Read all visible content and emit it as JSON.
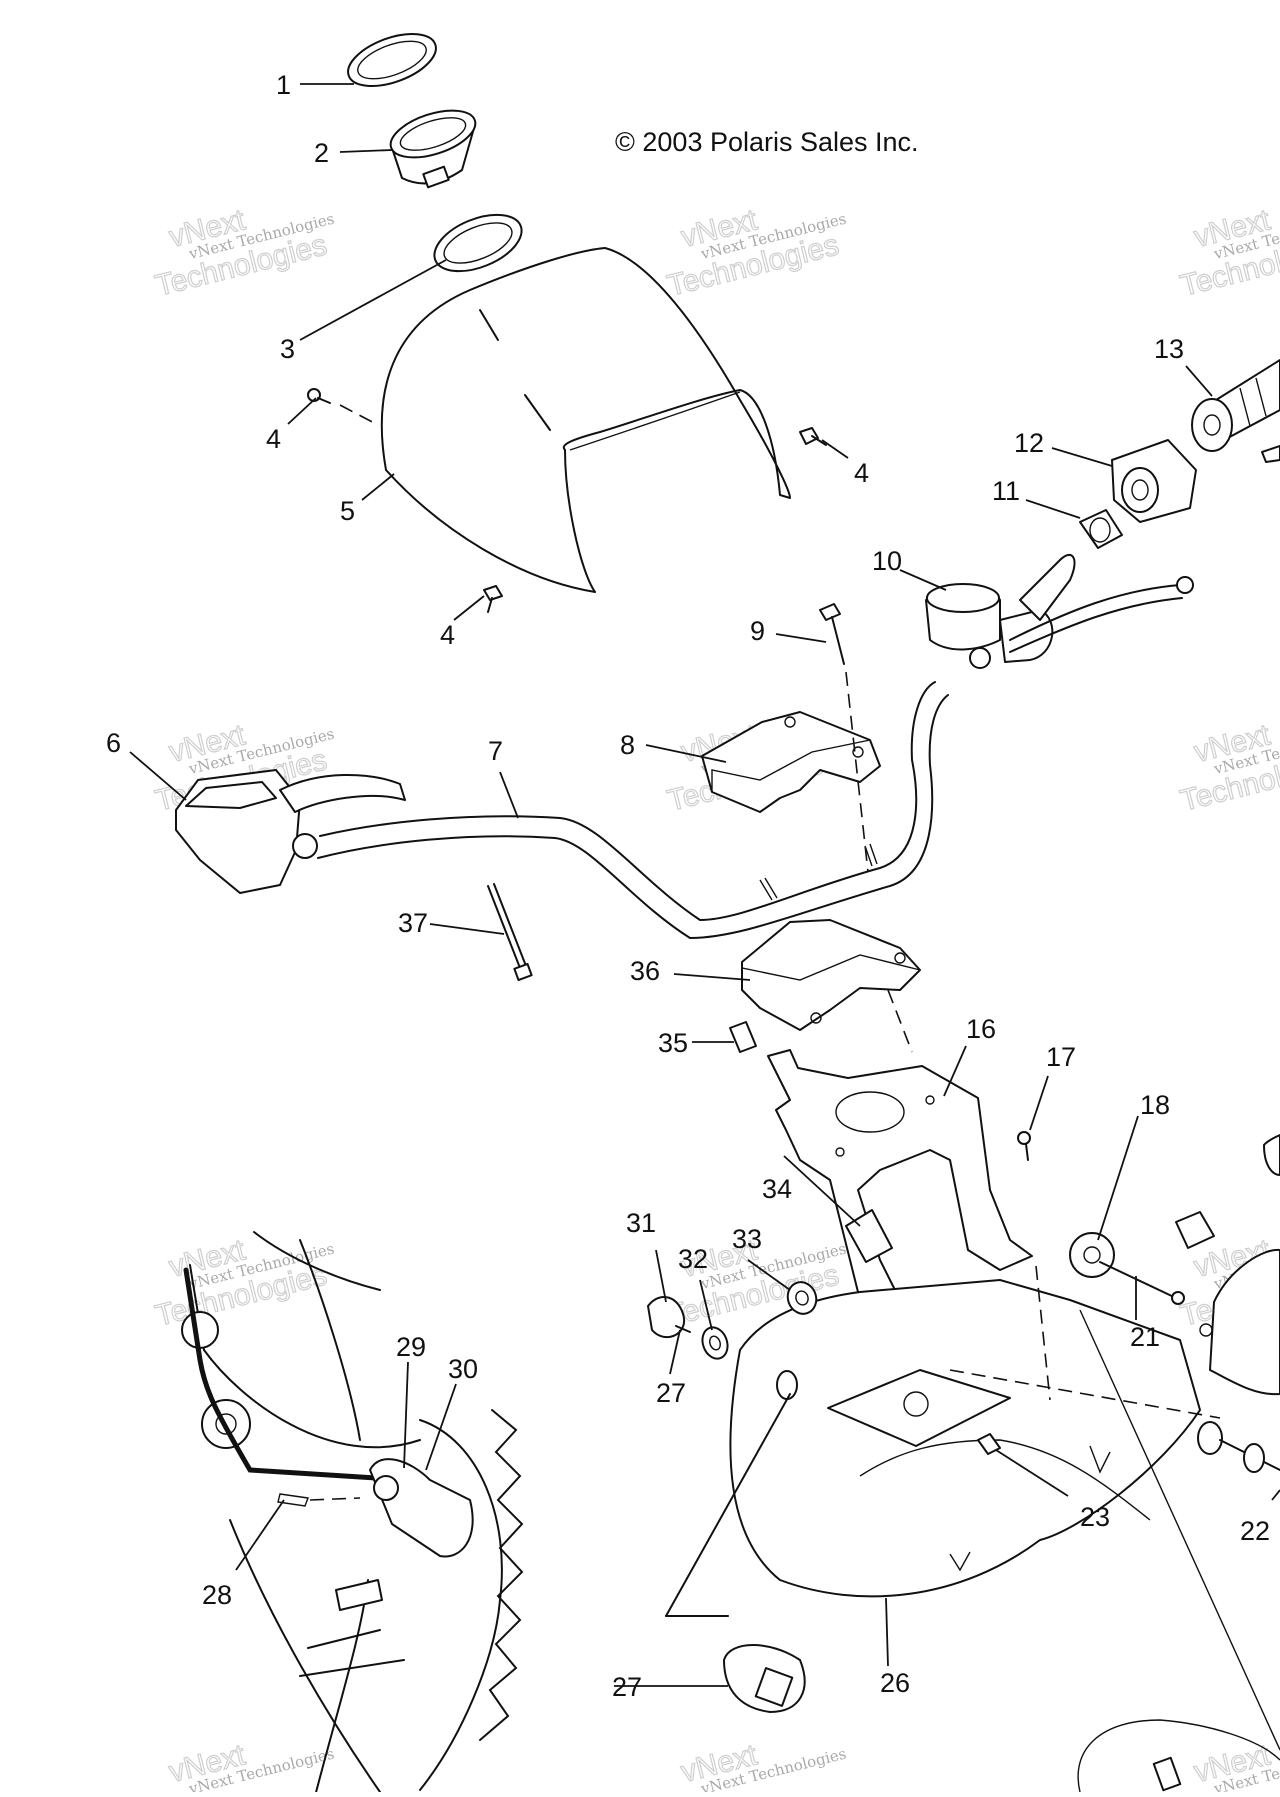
{
  "copyright": "© 2003 Polaris Sales Inc.",
  "watermark": {
    "line1": "vNext Technologies",
    "line2": "Technologies",
    "line3": "vNext"
  },
  "callouts": [
    "1",
    "2",
    "3",
    "4",
    "4",
    "4",
    "5",
    "6",
    "7",
    "8",
    "9",
    "10",
    "11",
    "12",
    "13",
    "16",
    "17",
    "18",
    "21",
    "22",
    "23",
    "26",
    "27",
    "27",
    "28",
    "29",
    "30",
    "31",
    "32",
    "33",
    "34",
    "35",
    "36",
    "37"
  ]
}
